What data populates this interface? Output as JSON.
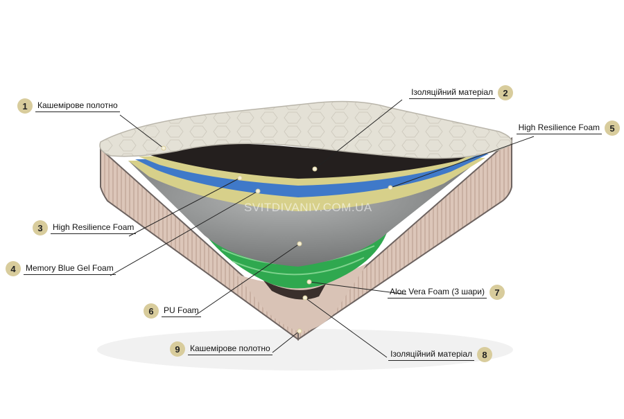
{
  "watermark": "SVITDIVANIV.COM.UA",
  "layers": [
    {
      "num": "1",
      "name": "Кашемірове полотно"
    },
    {
      "num": "2",
      "name": "Ізоляційний матеріал"
    },
    {
      "num": "3",
      "name": "High Resilience Foam"
    },
    {
      "num": "4",
      "name": "Memory Blue Gel Foam"
    },
    {
      "num": "5",
      "name": "High Resilience Foam"
    },
    {
      "num": "6",
      "name": "PU Foam"
    },
    {
      "num": "7",
      "name": "Aloe Vera Foam (3 шари)"
    },
    {
      "num": "8",
      "name": "Ізоляційний матеріал"
    },
    {
      "num": "9",
      "name": "Кашемірове полотно"
    }
  ],
  "colors": {
    "badge": "#d8cc9c",
    "cashmere": "#e3e0d5",
    "side_fabric": "#d9c3b6",
    "isolation": "#2a2523",
    "hr_foam": "#d7d08a",
    "blue_gel": "#3f79c9",
    "pu_foam": "#8f9191",
    "aloe_vera": "#2fa84f"
  }
}
